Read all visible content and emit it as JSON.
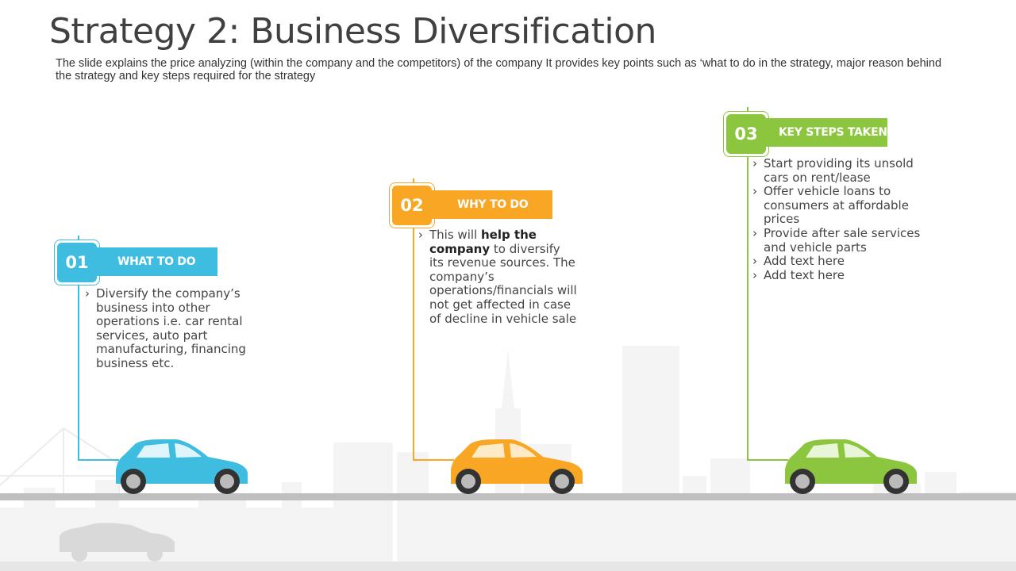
{
  "slide": {
    "title": "Strategy 2: Business Diversification",
    "subtitle": "The slide explains the price analyzing (within the company and the competitors) of the company It provides key points such as ‘what to do in the strategy, major reason behind the strategy and key steps required for the strategy"
  },
  "colors": {
    "blue": "#3fbde0",
    "orange": "#f8a623",
    "green": "#8cc63e"
  },
  "steps": [
    {
      "number": "01",
      "heading": "WHAT TO DO",
      "color": "#3fbde0",
      "icon": "car-icon",
      "points": [
        "Diversify the company’s business into other operations i.e. car rental services, auto part manufacturing, financing business etc."
      ]
    },
    {
      "number": "02",
      "heading": "WHY TO DO",
      "color": "#f8a623",
      "icon": "car-icon",
      "points": [
        {
          "pre": "This will ",
          "bold": "help the company",
          "post": " to diversify its revenue sources. The company’s operations/financials will not get affected in case of decline in vehicle sale"
        }
      ]
    },
    {
      "number": "03",
      "heading": "KEY STEPS TAKEN",
      "color": "#8cc63e",
      "icon": "car-icon",
      "points": [
        "Start providing its unsold cars on rent/lease",
        "Offer vehicle loans to consumers at affordable prices",
        "Provide after sale services and vehicle parts",
        "Add text here",
        "Add text here"
      ]
    }
  ]
}
